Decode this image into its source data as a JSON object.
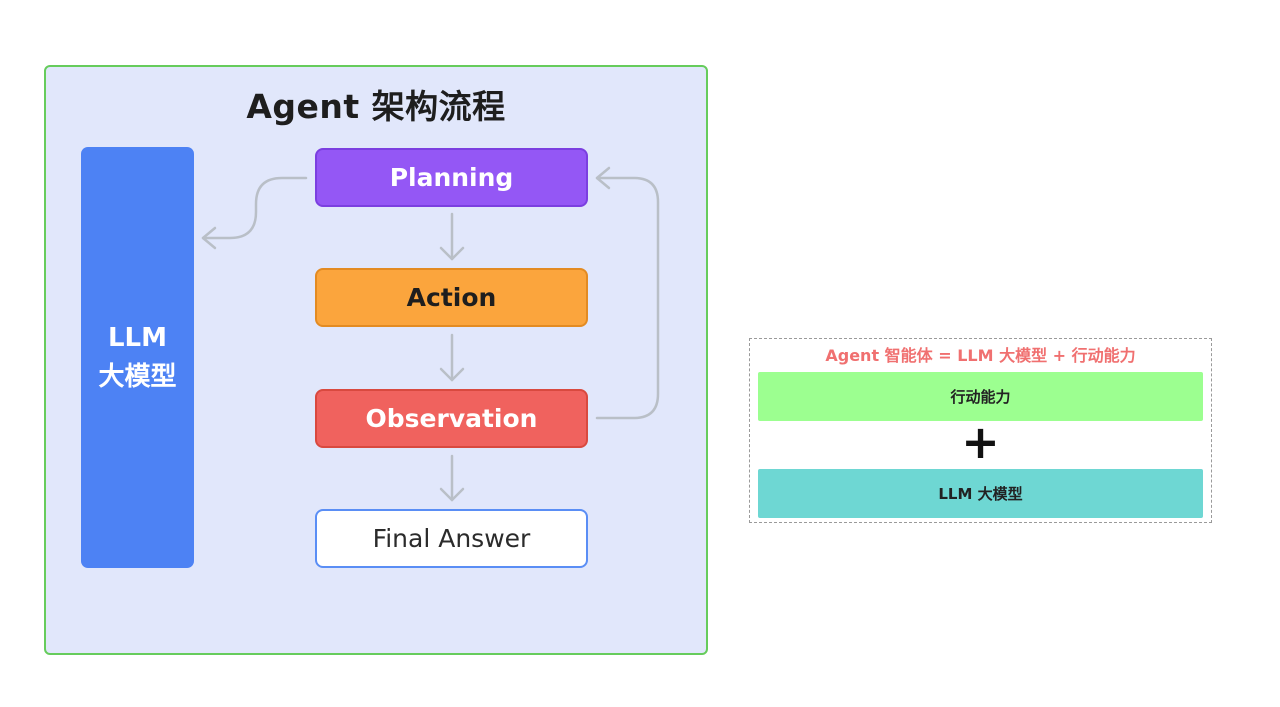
{
  "diagram": {
    "title": "Agent 架构流程",
    "llm_block": {
      "line1": "LLM",
      "line2": "大模型",
      "color": "#4d82f4"
    },
    "nodes": {
      "planning": {
        "label": "Planning",
        "color": "#9457f5"
      },
      "action": {
        "label": "Action",
        "color": "#fba53d"
      },
      "observation": {
        "label": "Observation",
        "color": "#f0625e"
      },
      "final_answer": {
        "label": "Final Answer",
        "color": "#ffffff"
      }
    },
    "panel_background": "#e1e7fb",
    "panel_border": "#66cc5c",
    "connector_color": "#b9bfc7"
  },
  "summary_card": {
    "title": "Agent 智能体 = LLM 大模型 + 行动能力",
    "action_row": "行动能力",
    "plus": "+",
    "llm_row": "LLM 大模型",
    "title_color": "#f07070",
    "action_color": "#9cff90",
    "llm_color": "#6ed7d3"
  }
}
